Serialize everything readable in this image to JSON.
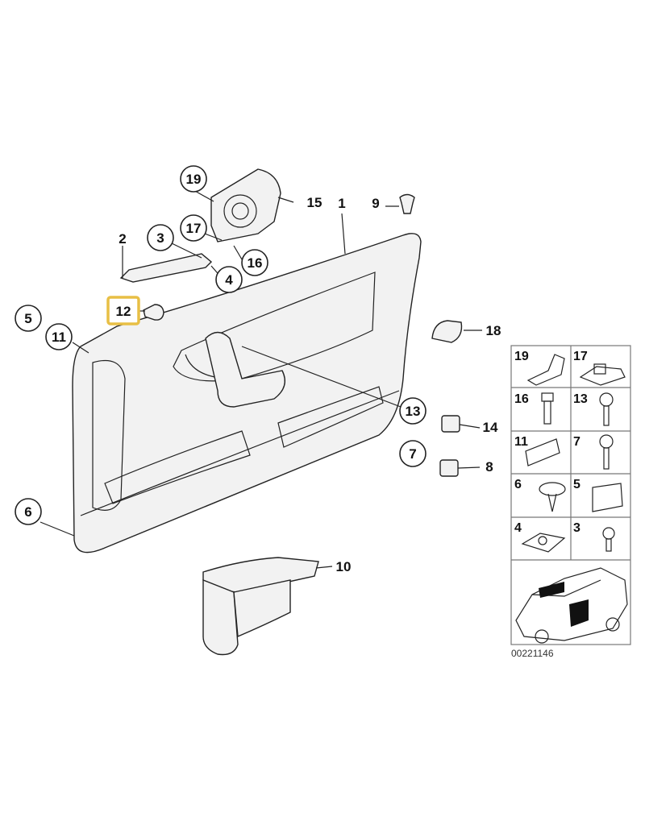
{
  "diagram": {
    "circled_labels": [
      "19",
      "3",
      "17",
      "16",
      "4",
      "5",
      "11",
      "13",
      "7",
      "6"
    ],
    "plain_labels": [
      "2",
      "15",
      "1",
      "9",
      "18",
      "14",
      "8",
      "10"
    ],
    "highlighted_label": "12",
    "highlight_color": "#e8bf45",
    "grid_labels": [
      "19",
      "17",
      "16",
      "13",
      "11",
      "7",
      "6",
      "5",
      "4",
      "3"
    ],
    "diagram_code": "00221146"
  }
}
